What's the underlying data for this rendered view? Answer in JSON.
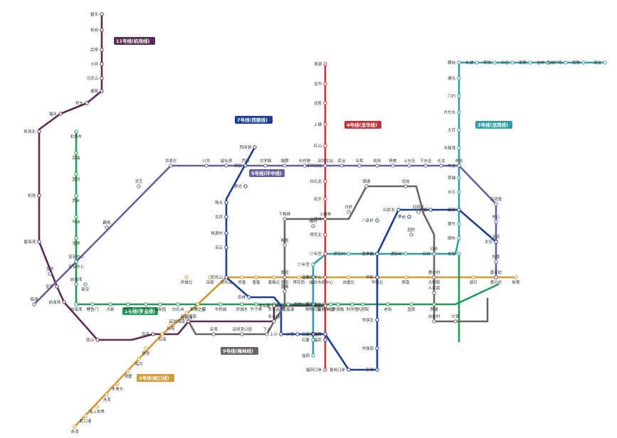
{
  "lines": [
    {
      "id": "L1",
      "name": "1号线(罗宝线)",
      "color": "#1f9b55",
      "stations": [
        "罗湖",
        "国贸",
        "老街",
        "大剧院",
        "科学馆",
        "华强路",
        "岗厦",
        "会展中心",
        "购物公园",
        "香蜜湖",
        "车公庙",
        "竹子林",
        "侨城东",
        "华侨城",
        "世界之窗",
        "白石洲",
        "高新园",
        "深大",
        "桃园",
        "大新",
        "鲤鱼门",
        "前海湾",
        "新安",
        "宝安中心",
        "宝体",
        "坪洲",
        "西乡",
        "固戍",
        "后瑞",
        "机场东"
      ]
    },
    {
      "id": "L2",
      "name": "2号线(蛇口线)",
      "color": "#d29a36",
      "stations": [
        "赤湾",
        "蛇口港",
        "海上世界",
        "水湾",
        "东角头",
        "湾厦",
        "海月",
        "登良",
        "后海",
        "科苑",
        "红树湾",
        "世界之窗",
        "侨城北",
        "深康",
        "安托山",
        "侨香",
        "香蜜",
        "香梅北",
        "景田",
        "莲花西",
        "福田",
        "市民中心",
        "岗厦北",
        "华强北",
        "燕南",
        "大剧院",
        "湖贝",
        "黄贝岭",
        "新秀"
      ]
    },
    {
      "id": "L3",
      "name": "3号线(龙岗线)",
      "color": "#2f9ea6",
      "stations": [
        "益田",
        "石厦",
        "购物公园",
        "福田",
        "少年宫",
        "莲花村",
        "华新",
        "通新岭",
        "红岭",
        "老街",
        "晒布",
        "翠竹",
        "田贝",
        "水贝",
        "草埔",
        "布吉",
        "木棉湾",
        "大芬",
        "丹竹头",
        "六约",
        "塘坑",
        "横岗",
        "永湖",
        "荷坳",
        "大运",
        "爱联",
        "吉祥",
        "龙城广场",
        "南联",
        "双龙"
      ]
    },
    {
      "id": "L4",
      "name": "4号线(龙华线)",
      "color": "#c0353d",
      "stations": [
        "福田口岸",
        "福民",
        "会展中心",
        "市民中心",
        "少年宫",
        "莲花北",
        "上梅林",
        "民乐",
        "白石龙",
        "深圳北站",
        "红山",
        "上塘",
        "龙胜",
        "龙华",
        "清湖"
      ]
    },
    {
      "id": "L5",
      "name": "5号线(环中线)",
      "color": "#6a5f9e",
      "stations": [
        "前海湾",
        "临海",
        "宝华",
        "宝安中心",
        "翻身",
        "灵芝",
        "洪浪北",
        "兴东",
        "留仙洞",
        "西丽",
        "大学城",
        "塘朗",
        "长岭陂",
        "深圳北站",
        "民治",
        "五和",
        "坂田",
        "杨美",
        "上水径",
        "下水径",
        "长龙",
        "布吉",
        "百鸽笼",
        "布心",
        "太安",
        "怡景",
        "黄贝岭"
      ]
    },
    {
      "id": "L7",
      "name": "7号线(西丽线)",
      "color": "#1b3f93",
      "stations": [
        "西丽湖",
        "西丽",
        "茶光",
        "珠光",
        "龙井",
        "桃源村",
        "深云",
        "安托山",
        "农林",
        "车公庙",
        "上沙",
        "沙尾",
        "石厦",
        "皇岗村",
        "福民",
        "皇岗口岸",
        "赤尾",
        "华强南",
        "华强北",
        "华新",
        "黄木岗",
        "八卦岭",
        "红岭北",
        "笋岗",
        "洪湖",
        "田贝",
        "太安"
      ]
    },
    {
      "id": "L9",
      "name": "9号线(梅林线)",
      "color": "#6b6466",
      "stations": [
        "红树湾南",
        "深湾",
        "深圳湾公园",
        "下沙",
        "车公庙",
        "香梅",
        "景田",
        "梅景",
        "下梅林",
        "梅村",
        "上梅林",
        "孖岭",
        "银湖",
        "泥岗",
        "红岭北",
        "园岭",
        "红岭",
        "鹿丹村",
        "人民南",
        "向西村",
        "文锦"
      ]
    },
    {
      "id": "L11",
      "name": "11号线(机场线)",
      "color": "#5c2d52",
      "stations": [
        "福田",
        "车公庙",
        "红树湾南",
        "后海",
        "南山",
        "前海湾",
        "宝安",
        "碧海湾",
        "机场",
        "机场北",
        "福永",
        "桥头",
        "塘尾",
        "马安山",
        "沙井",
        "后亭",
        "松岗",
        "碧头"
      ]
    }
  ],
  "labels": {
    "l1": "1号线(罗宝线)",
    "l2": "2号线(蛇口线)",
    "l3": "3号线(龙岗线)",
    "l4": "4号线(龙华线)",
    "l5": "5号线(环中线)",
    "l7": "7号线(西丽线)",
    "l9": "9号线(梅林线)",
    "l11": "11号线(机场线)"
  }
}
